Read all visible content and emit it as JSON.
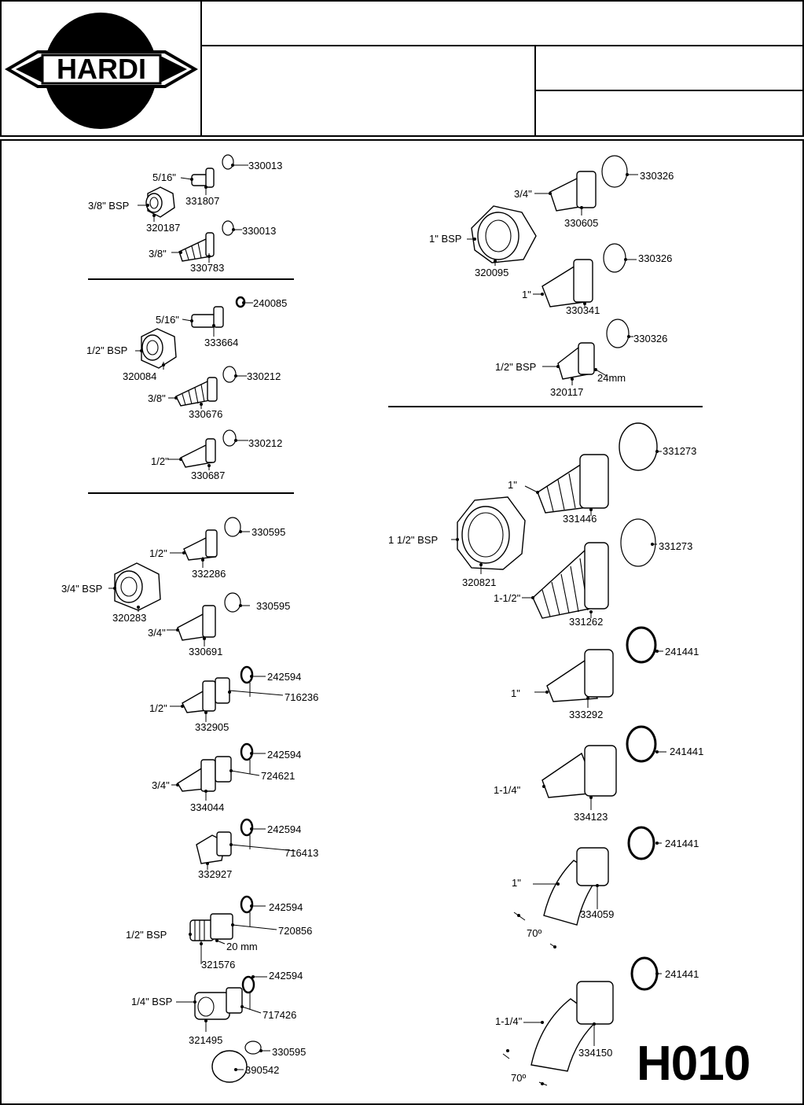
{
  "header": {
    "logo_text": "HARDI"
  },
  "sheet_code": "H010",
  "left_groups": [
    {
      "nut_label": "3/8\" BSP",
      "nut_code": "320187",
      "fittings": [
        {
          "size": "5/16\"",
          "code": "331807",
          "oring": "330013"
        },
        {
          "size": "3/8\"",
          "code": "330783",
          "oring": "330013"
        }
      ]
    },
    {
      "nut_label": "1/2\" BSP",
      "nut_code": "320084",
      "fittings": [
        {
          "size": "5/16\"",
          "code": "333664",
          "oring": "240085"
        },
        {
          "size": "3/8\"",
          "code": "330676",
          "oring": "330212"
        },
        {
          "size": "1/2\"",
          "code": "330687",
          "oring": "330212"
        }
      ]
    },
    {
      "nut_label": "3/4\" BSP",
      "nut_code": "320283",
      "fittings": [
        {
          "size": "1/2\"",
          "code": "332286",
          "oring": "330595"
        },
        {
          "size": "3/4\"",
          "code": "330691",
          "oring": "330595"
        },
        {
          "size": "1/2\"",
          "code": "332905",
          "oring": "242594",
          "clip": "716236"
        },
        {
          "size": "3/4\"",
          "code": "334044",
          "oring": "242594",
          "clip": "724621"
        },
        {
          "size": "",
          "code": "332927",
          "oring": "242594",
          "clip": "716413"
        },
        {
          "size": "1/2\" BSP",
          "code": "321576",
          "oring": "242594",
          "clip": "720856",
          "dim": "20 mm"
        },
        {
          "size": "1/4\" BSP",
          "code": "321495",
          "oring": "242594",
          "clip": "717426"
        },
        {
          "size": "",
          "code": "390542",
          "oring": "330595"
        }
      ]
    }
  ],
  "right_groups": [
    {
      "nut_label": "1\" BSP",
      "nut_code": "320095",
      "fittings": [
        {
          "size": "3/4\"",
          "code": "330605",
          "oring": "330326"
        },
        {
          "size": "1\"",
          "code": "330341",
          "oring": "330326"
        },
        {
          "size": "1/2\" BSP",
          "code": "320117",
          "oring": "330326",
          "dim": "24mm"
        }
      ]
    },
    {
      "nut_label": "1 1/2\" BSP",
      "nut_code": "320821",
      "fittings": [
        {
          "size": "1\"",
          "code": "331446",
          "oring": "331273"
        },
        {
          "size": "1-1/2\"",
          "code": "331262",
          "oring": "331273"
        },
        {
          "size": "1\"",
          "code": "333292",
          "oring": "241441"
        },
        {
          "size": "1-1/4\"",
          "code": "334123",
          "oring": "241441"
        },
        {
          "size": "1\"",
          "code": "334059",
          "oring": "241441",
          "angle": "70º"
        },
        {
          "size": "1-1/4\"",
          "code": "334150",
          "oring": "241441",
          "angle": "70º"
        }
      ]
    }
  ]
}
